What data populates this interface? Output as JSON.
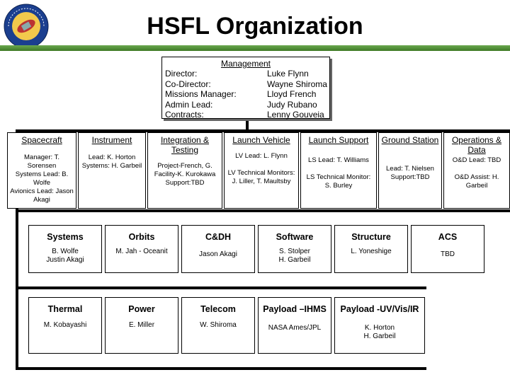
{
  "title": "HSFL Organization",
  "logo": {
    "ring_text": "HAWAII SPACE FLIGHT LABORATORY"
  },
  "colors": {
    "accent_green": "#4f8f32",
    "border": "#000000"
  },
  "management": {
    "label": "Management",
    "roles": "Director:\nCo-Director:\nMissions Manager:\nAdmin Lead:\nContracts:",
    "names": "Luke Flynn\nWayne Shiroma\nLloyd French\nJudy Rubano\nLenny Gouveia"
  },
  "teams": [
    {
      "title": "Spacecraft",
      "body": "Manager: T. Sorensen\nSystems Lead: B. Wolfe\nAvionics Lead: Jason Akagi"
    },
    {
      "title": "Instrument",
      "body": "Lead: K. Horton\nSystems: H. Garbeil"
    },
    {
      "title": "Integration & Testing",
      "body": "Project-French, G. Facility-K. Kurokawa\nSupport:TBD"
    },
    {
      "title": "Launch Vehicle",
      "body": "LV Lead: L. Flynn\n\nLV Technical Monitors: J. Liller, T. Maultsby"
    },
    {
      "title": "Launch Support",
      "body": "LS Lead: T. Williams\n\nLS Technical Monitor: S. Burley"
    },
    {
      "title": "Ground Station",
      "body": "Lead: T. Nielsen\nSupport:TBD"
    },
    {
      "title": "Operations & Data",
      "body": "O&D Lead: TBD\n\nO&D Assist: H. Garbeil"
    }
  ],
  "subsystems_row1": [
    {
      "title": "Systems",
      "body": "B. Wolfe\nJustin Akagi"
    },
    {
      "title": "Orbits",
      "body": "M. Jah - Oceanit"
    },
    {
      "title": "C&DH",
      "body": "Jason Akagi"
    },
    {
      "title": "Software",
      "body": "S. Stolper\nH. Garbeil"
    },
    {
      "title": "Structure",
      "body": "L. Yoneshige"
    },
    {
      "title": "ACS",
      "body": "TBD"
    }
  ],
  "subsystems_row2": [
    {
      "title": "Thermal",
      "body": "M. Kobayashi"
    },
    {
      "title": "Power",
      "body": "E. Miller"
    },
    {
      "title": "Telecom",
      "body": "W. Shiroma"
    },
    {
      "title": "Payload –IHMS",
      "body": "NASA Ames/JPL"
    },
    {
      "title": "Payload -UV/Vis/IR",
      "body": "K. Horton\nH. Garbeil"
    }
  ]
}
